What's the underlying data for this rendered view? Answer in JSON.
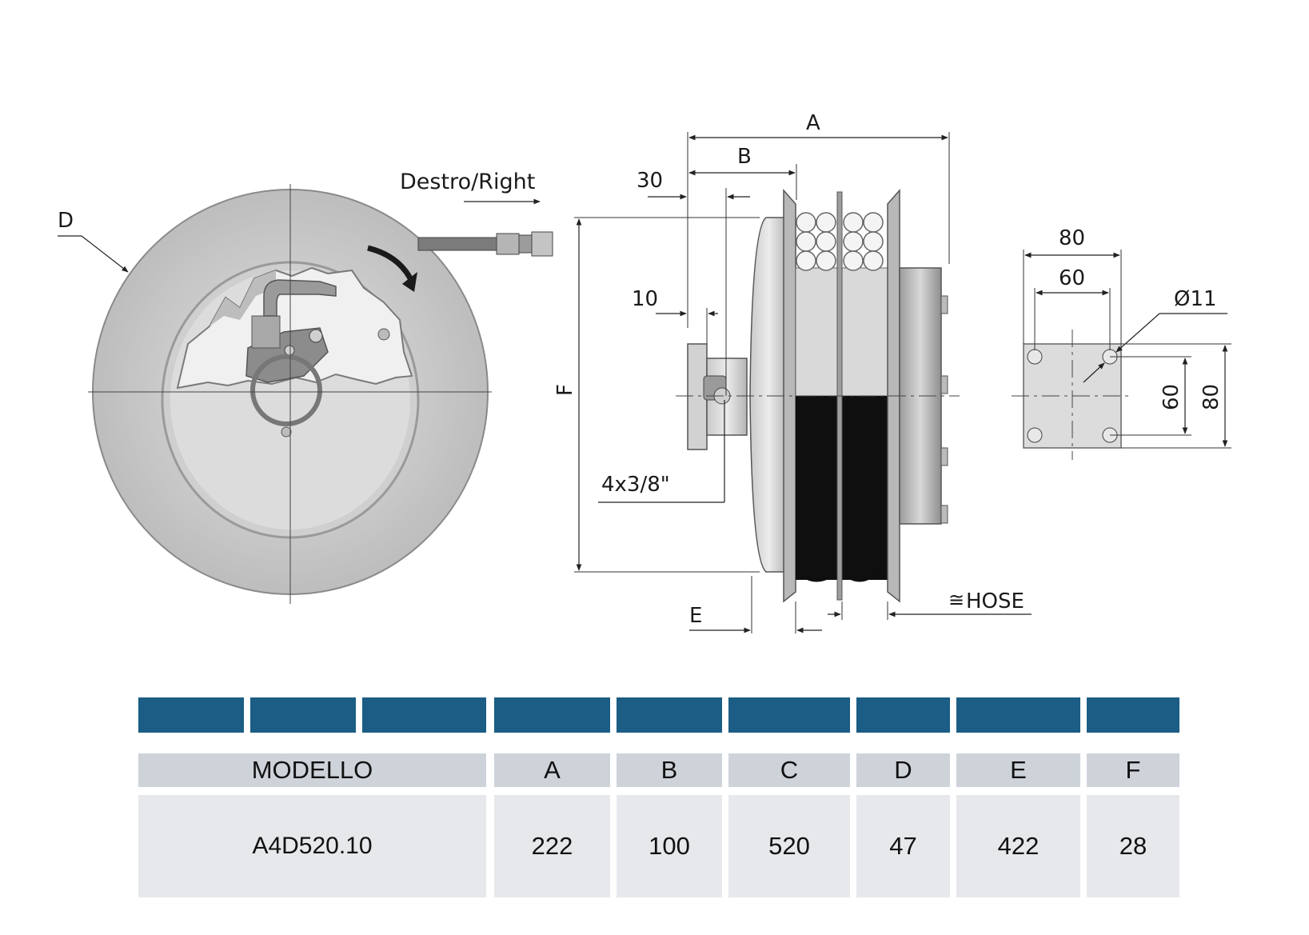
{
  "drawing": {
    "dimensions": {
      "d": "D",
      "rotation": "Destro/Right",
      "a": "A",
      "b": "B",
      "thirty": "30",
      "ten": "10",
      "f": "F",
      "thread": "4x3/8\"",
      "e": "E",
      "hose": "HOSE",
      "hose_prefix": "≅",
      "plate_w_outer": "80",
      "plate_w_inner": "60",
      "hole_dia": "Ø11",
      "plate_h_inner": "60",
      "plate_h_outer": "80"
    }
  },
  "table": {
    "header_color": "#1b5d84",
    "columns": [
      "MODELLO",
      "A",
      "B",
      "C",
      "D",
      "E",
      "F"
    ],
    "rows": [
      {
        "model": "A4D520.10",
        "a": "222",
        "b": "100",
        "c": "520",
        "d": "47",
        "e": "422",
        "f": "28"
      }
    ]
  }
}
